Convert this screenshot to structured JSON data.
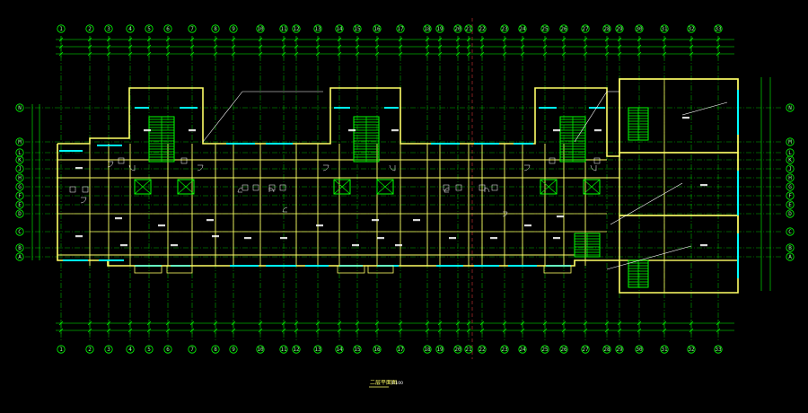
{
  "drawing": {
    "title": "二层平面图",
    "scale": "1:100",
    "colors": {
      "background": "#000000",
      "axis": "#00ff00",
      "wall": "#ffff66",
      "glass": "#00ffff",
      "room": "#ffffff",
      "leader": "#ffffff"
    }
  },
  "grid": {
    "top_labels": [
      "1",
      "2",
      "3",
      "4",
      "5",
      "6",
      "7",
      "8",
      "9",
      "10",
      "11",
      "12",
      "13",
      "14",
      "15",
      "16",
      "17",
      "18",
      "19",
      "20",
      "21",
      "22",
      "23",
      "24",
      "25",
      "26",
      "27",
      "28",
      "29",
      "30",
      "31",
      "32",
      "33"
    ],
    "left_labels": [
      "N",
      "M",
      "L",
      "K",
      "J",
      "H",
      "G",
      "F",
      "E",
      "D",
      "C",
      "B",
      "A"
    ],
    "right_labels": [
      "N",
      "M",
      "L",
      "K",
      "J",
      "H",
      "G",
      "F",
      "E",
      "D",
      "C",
      "B",
      "A"
    ]
  }
}
